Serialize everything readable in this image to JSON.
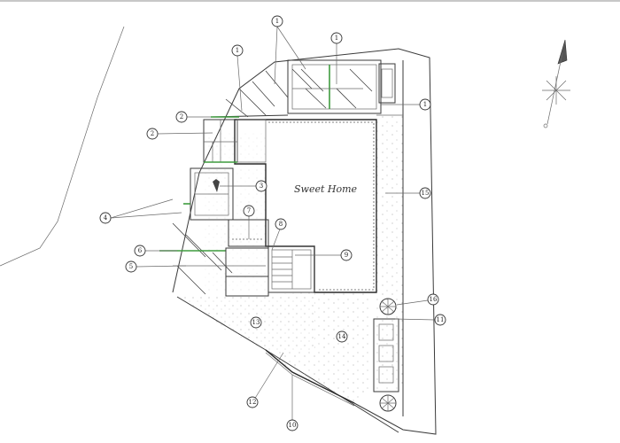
{
  "house_label": "Sweet Home",
  "callouts": [
    "1",
    "1",
    "1",
    "1",
    "2",
    "2",
    "3",
    "4",
    "5",
    "6",
    "7",
    "8",
    "9",
    "10",
    "11",
    "12",
    "13",
    "14",
    "15",
    "16"
  ],
  "colors": {
    "line": "#3a3a3a",
    "accent_green": "#3f9b3f",
    "background": "#ffffff"
  }
}
